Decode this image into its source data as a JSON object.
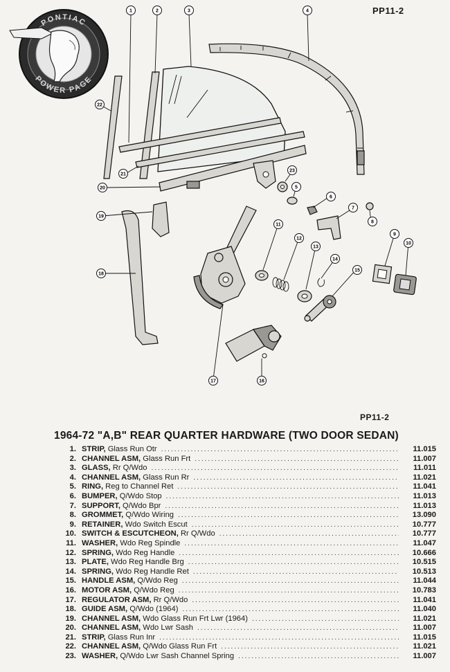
{
  "page_code_top": "PP11-2",
  "page_code_mid": "PP11-2",
  "logo": {
    "top_text": "PONTIAC",
    "bottom_text": "POWER PAGE"
  },
  "title": "1964-72 \"A,B\" REAR QUARTER HARDWARE (TWO DOOR SEDAN)",
  "callouts": [
    "1",
    "2",
    "3",
    "4",
    "5",
    "6",
    "7",
    "8",
    "9",
    "10",
    "11",
    "12",
    "13",
    "14",
    "15",
    "16",
    "17",
    "18",
    "19",
    "20",
    "21",
    "22",
    "23"
  ],
  "parts": [
    {
      "num": "1.",
      "name": "STRIP,",
      "desc": "Glass Run Otr",
      "code": "11.015"
    },
    {
      "num": "2.",
      "name": "CHANNEL ASM,",
      "desc": "Glass Run Frt",
      "code": "11.007"
    },
    {
      "num": "3.",
      "name": "GLASS,",
      "desc": "Rr Q/Wdo",
      "code": "11.011"
    },
    {
      "num": "4.",
      "name": "CHANNEL ASM,",
      "desc": "Glass Run Rr",
      "code": "11.021"
    },
    {
      "num": "5.",
      "name": "RING,",
      "desc": "Reg to Channel Ret",
      "code": "11.041"
    },
    {
      "num": "6.",
      "name": "BUMPER,",
      "desc": "Q/Wdo Stop",
      "code": "11.013"
    },
    {
      "num": "7.",
      "name": "SUPPORT,",
      "desc": "Q/Wdo Bpr",
      "code": "11.013"
    },
    {
      "num": "8.",
      "name": "GROMMET,",
      "desc": "Q/Wdo Wiring",
      "code": "13.090"
    },
    {
      "num": "9.",
      "name": "RETAINER,",
      "desc": "Wdo Switch Escut",
      "code": "10.777"
    },
    {
      "num": "10.",
      "name": "SWITCH & ESCUTCHEON,",
      "desc": "Rr Q/Wdo",
      "code": "10.777"
    },
    {
      "num": "11.",
      "name": "WASHER,",
      "desc": "Wdo Reg Spindle",
      "code": "11.047"
    },
    {
      "num": "12.",
      "name": "SPRING,",
      "desc": "Wdo Reg Handle",
      "code": "10.666"
    },
    {
      "num": "13.",
      "name": "PLATE,",
      "desc": "Wdo Reg Handle Brg",
      "code": "10.515"
    },
    {
      "num": "14.",
      "name": "SPRING,",
      "desc": "Wdo Reg Handle Ret",
      "code": "10.513"
    },
    {
      "num": "15.",
      "name": "HANDLE ASM,",
      "desc": "Q/Wdo Reg",
      "code": "11.044"
    },
    {
      "num": "16.",
      "name": "MOTOR ASM,",
      "desc": "Q/Wdo Reg",
      "code": "10.783"
    },
    {
      "num": "17.",
      "name": "REGULATOR ASM,",
      "desc": "Rr Q/Wdo",
      "code": "11.041"
    },
    {
      "num": "18.",
      "name": "GUIDE ASM,",
      "desc": "Q/Wdo (1964)",
      "code": "11.040"
    },
    {
      "num": "19.",
      "name": "CHANNEL ASM,",
      "desc": "Wdo Glass Run Frt Lwr (1964)",
      "code": "11.021"
    },
    {
      "num": "20.",
      "name": "CHANNEL ASM,",
      "desc": "Wdo Lwr Sash",
      "code": "11.007"
    },
    {
      "num": "21.",
      "name": "STRIP,",
      "desc": "Glass Run Inr",
      "code": "11.015"
    },
    {
      "num": "22.",
      "name": "CHANNEL ASM,",
      "desc": "Q/Wdo Glass Run Frt",
      "code": "11.021"
    },
    {
      "num": "23.",
      "name": "WASHER,",
      "desc": "Q/Wdo Lwr Sash Channel Spring",
      "code": "11.007"
    }
  ]
}
